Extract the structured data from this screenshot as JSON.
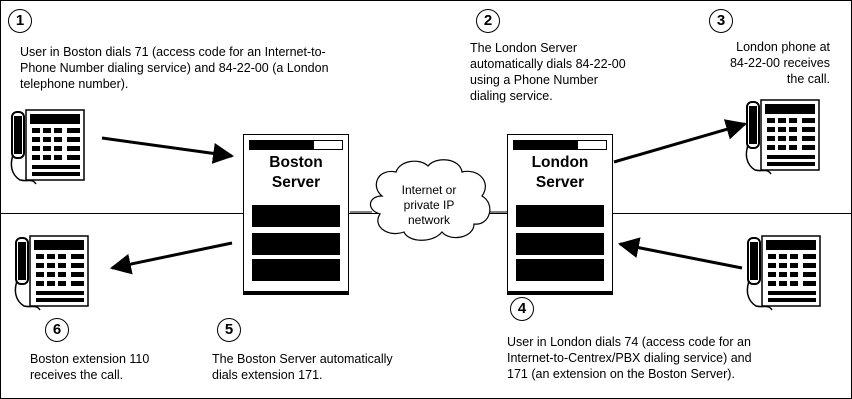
{
  "step1": {
    "number": "1",
    "text_lines": [
      "User in Boston dials 71 (access code for an Internet-to-",
      "Phone Number dialing service) and 84-22-00 (a London",
      "telephone number)."
    ]
  },
  "step2": {
    "number": "2",
    "text_lines": [
      "The London Server",
      "automatically dials 84-22-00",
      "using a Phone Number",
      "dialing service."
    ]
  },
  "step3": {
    "number": "3",
    "text_lines": [
      "London phone at",
      "84-22-00 receives",
      "the call."
    ]
  },
  "step4": {
    "number": "4",
    "text_lines": [
      "User in London dials 74 (access code for an",
      "Internet-to-Centrex/PBX dialing service) and",
      "171 (an extension on the Boston Server)."
    ]
  },
  "step5": {
    "number": "5",
    "text_lines": [
      "The Boston Server automatically",
      "dials extension 171."
    ]
  },
  "step6": {
    "number": "6",
    "text_lines": [
      "Boston extension 110",
      "receives the call."
    ]
  },
  "boston_server": {
    "line1": "Boston",
    "line2": "Server"
  },
  "london_server": {
    "line1": "London",
    "line2": "Server"
  },
  "cloud": {
    "lines": [
      "Internet or",
      "private IP",
      "network"
    ]
  }
}
